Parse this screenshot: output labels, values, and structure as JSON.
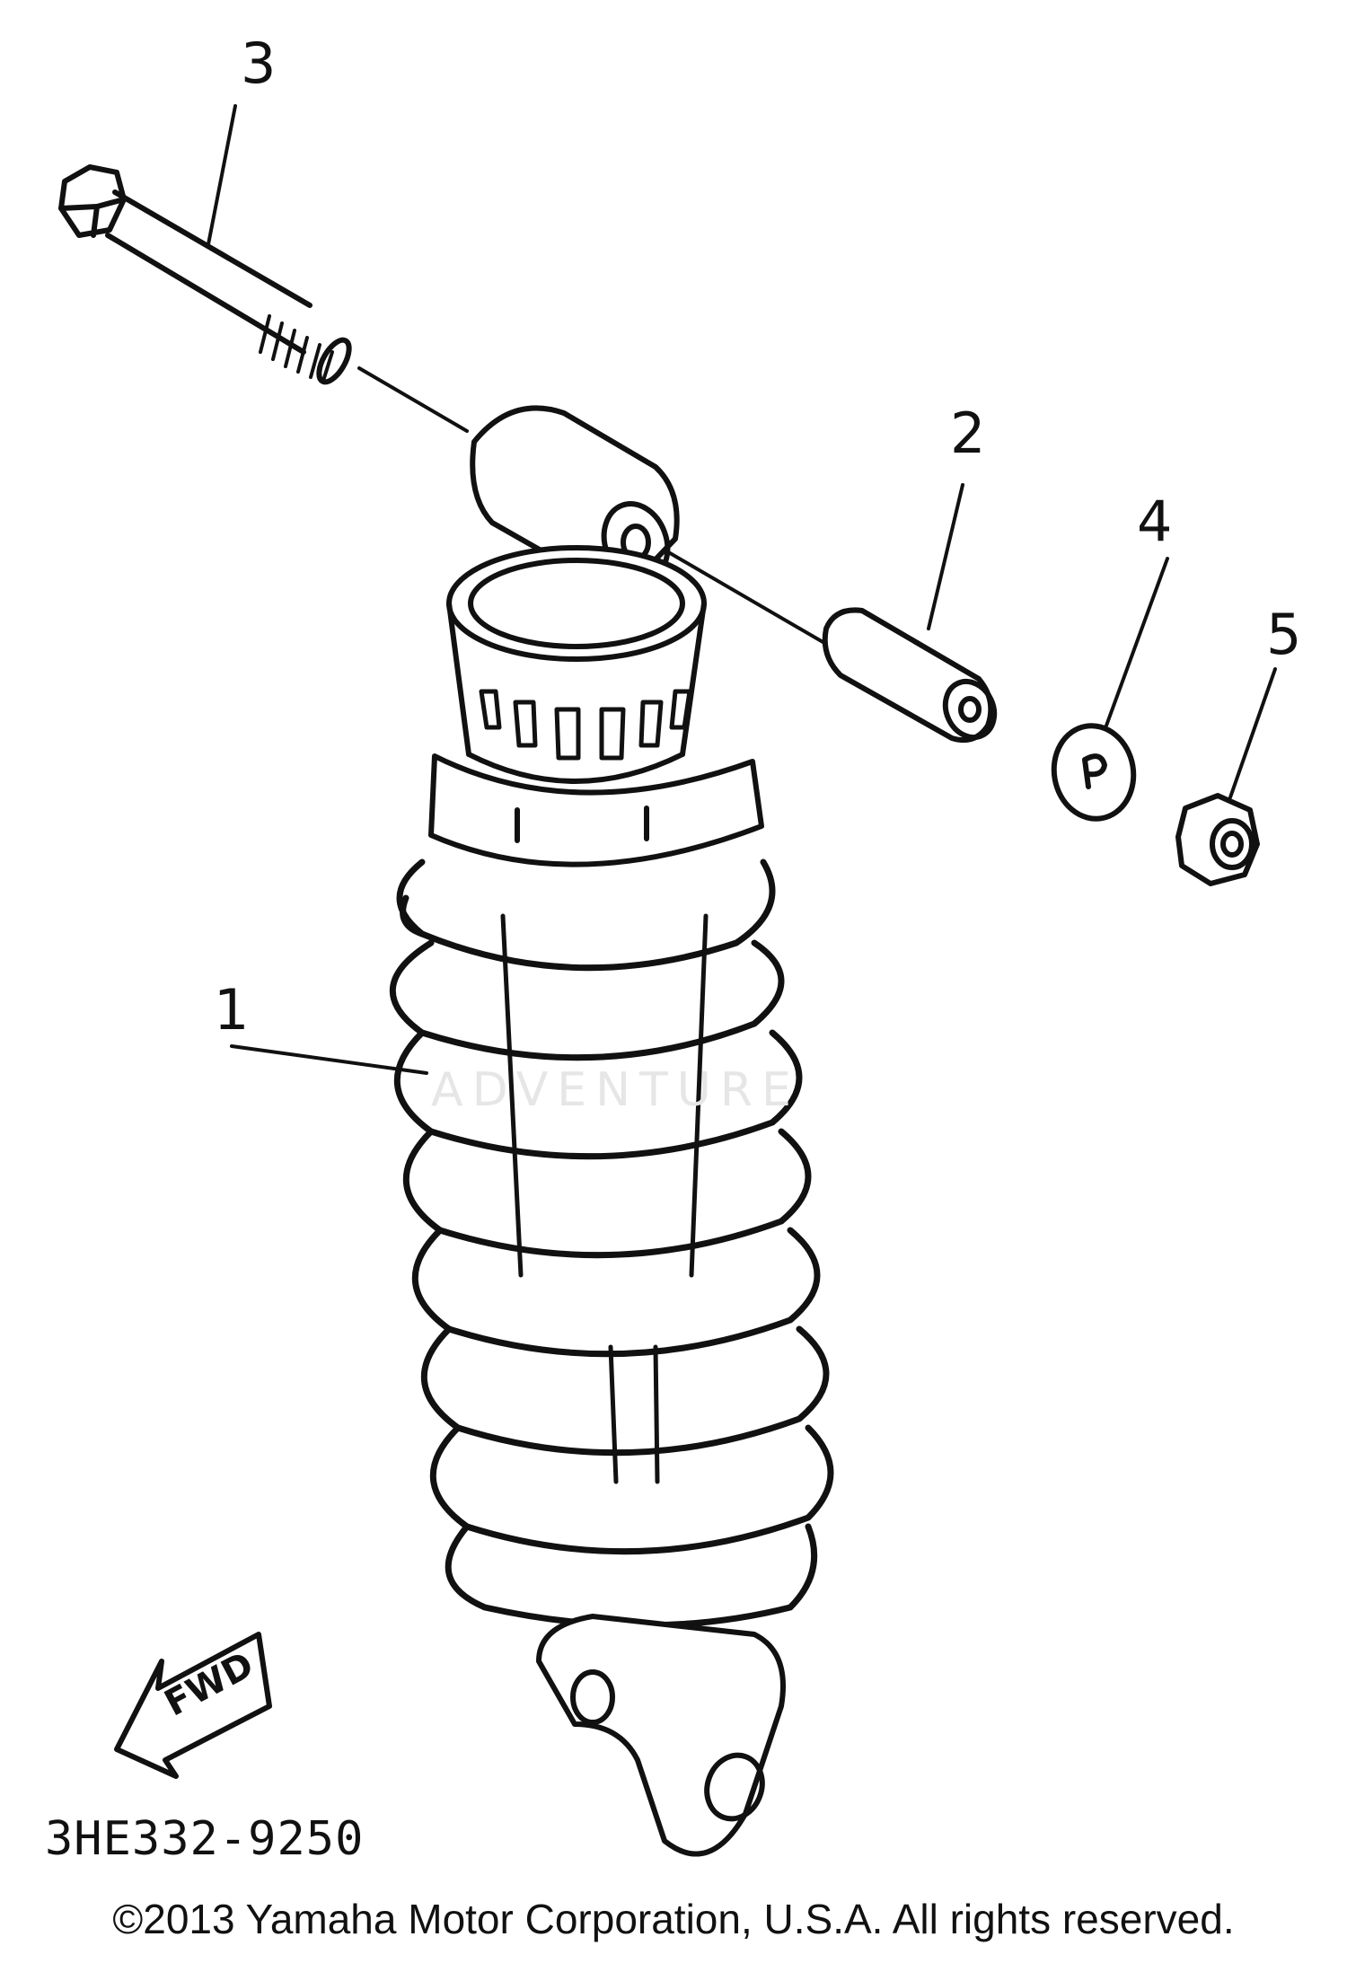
{
  "callouts": {
    "c1": "1",
    "c2": "2",
    "c3": "3",
    "c4": "4",
    "c5": "5"
  },
  "fwd_label": "FWD",
  "watermark": "ADVENTURE",
  "diagram_code": "3HE332-9250",
  "copyright": "©2013 Yamaha Motor Corporation, U.S.A. All rights reserved."
}
